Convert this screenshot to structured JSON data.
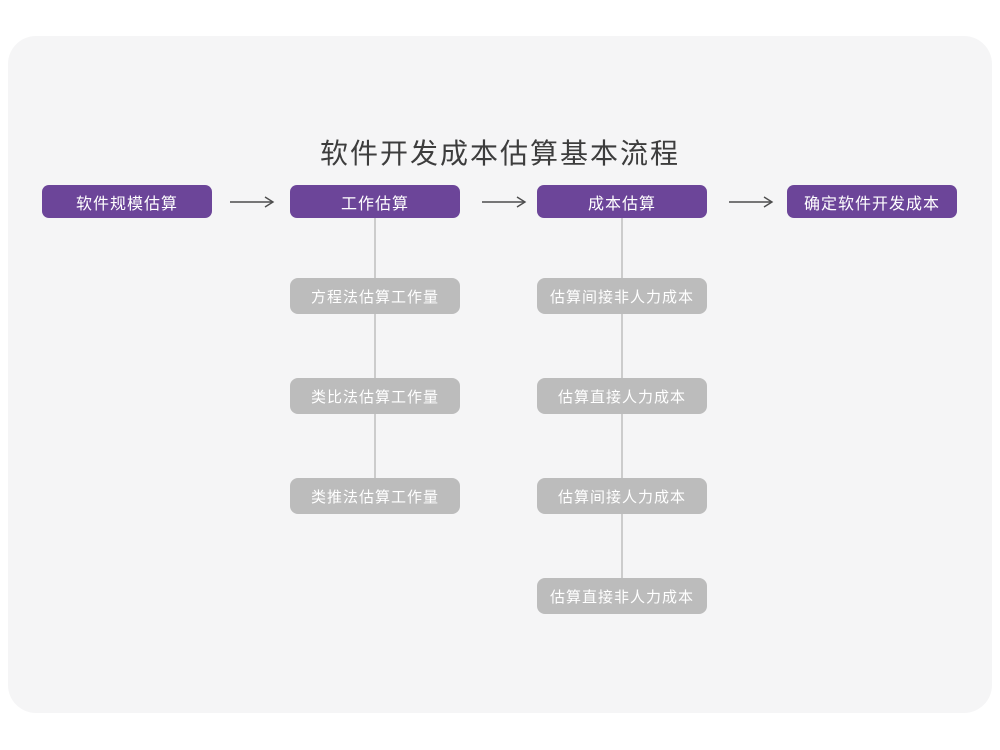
{
  "title": "软件开发成本估算基本流程",
  "colors": {
    "stage_fill": "#6c4599",
    "sub_fill": "#bcbcbc",
    "connector": "#cccccc",
    "arrow": "#4d4d4d",
    "card_background": "#f5f5f6",
    "page_background": "#ffffff",
    "title_text": "#3d3d3d",
    "node_text": "#ffffff"
  },
  "flow": {
    "stages": [
      {
        "label": "软件规模估算",
        "children": []
      },
      {
        "label": "工作估算",
        "children": [
          "方程法估算工作量",
          "类比法估算工作量",
          "类推法估算工作量"
        ]
      },
      {
        "label": "成本估算",
        "children": [
          "估算间接非人力成本",
          "估算直接人力成本",
          "估算间接人力成本",
          "估算直接非人力成本"
        ]
      },
      {
        "label": "确定软件开发成本",
        "children": []
      }
    ]
  }
}
